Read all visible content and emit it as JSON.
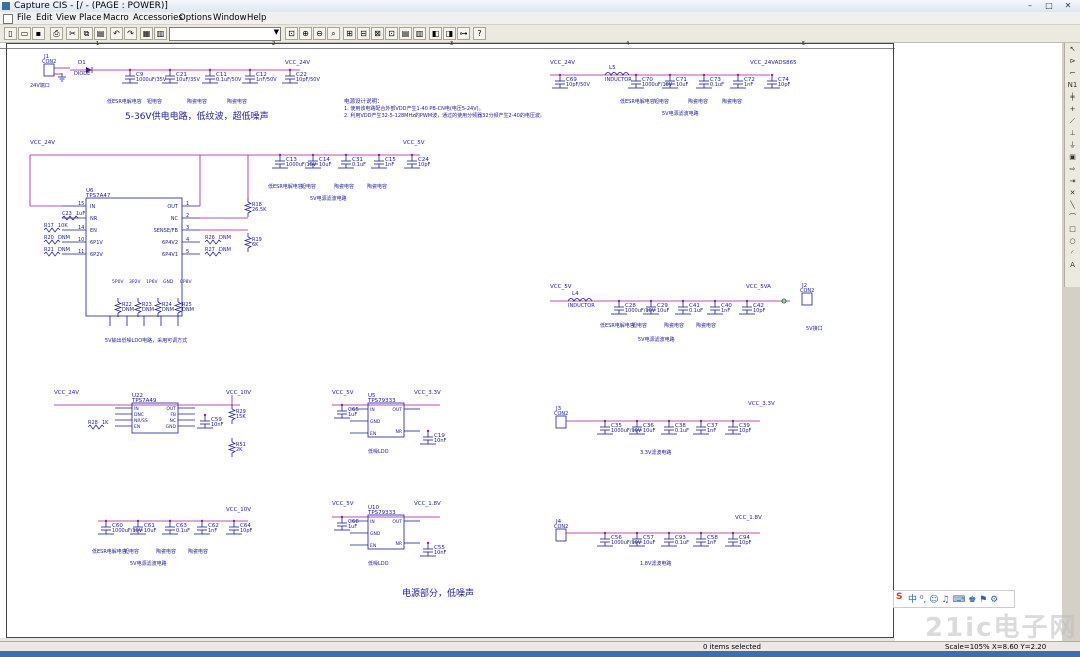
{
  "window": {
    "title": "Capture CIS - [/ - (PAGE : POWER)]",
    "minimize": "–",
    "maximize": "□",
    "close": "✕"
  },
  "menu": [
    "File",
    "Edit",
    "View",
    "Place",
    "Macro",
    "Accessories",
    "Options",
    "Window",
    "Help"
  ],
  "toolbar": {
    "combo_value": ""
  },
  "ruler": [
    "1",
    "2",
    "3",
    "4",
    "5",
    "6"
  ],
  "schematic": {
    "power_in": {
      "j1": "J1",
      "j1_type": "CON2",
      "j1_desc": "24V端口",
      "d1": "D1",
      "d1_type": "DIODE",
      "net": "VCC_24V",
      "caps": [
        {
          "ref": "C9",
          "val": "1000uF/35V"
        },
        {
          "ref": "C21",
          "val": "10uF/35V"
        },
        {
          "ref": "C11",
          "val": "0.1uF/50V"
        },
        {
          "ref": "C12",
          "val": "1nF/50V"
        },
        {
          "ref": "C22",
          "val": "10pF/50V"
        }
      ],
      "labels": [
        "低ESR电解电容",
        "钽电容",
        "陶瓷电容",
        "陶瓷电容"
      ],
      "caption": "5-36V供电电路，低纹波，超低噪声"
    },
    "notes": {
      "title": "电源设计说明：",
      "line1": "1. 使用该电路配合外部VDD产生1-40 PB-CN电(电压5-24V)。",
      "line2": "2. 利用VDD产生32-5-128MHz的PWM波，通过的使用分频器32分频产生2-40的电压波。"
    },
    "l5_filter": {
      "net_in": "VCC_24V",
      "net_out": "VCC_24VADS865",
      "l": "L5",
      "l_type": "INDUCTOR",
      "caps": [
        {
          "ref": "C69",
          "val": "10pF/50V"
        },
        {
          "ref": "C70",
          "val": "1000uF/10V"
        },
        {
          "ref": "C71",
          "val": "10uF"
        },
        {
          "ref": "C73",
          "val": "0.1uF"
        },
        {
          "ref": "C72",
          "val": "1nF"
        },
        {
          "ref": "C74",
          "val": "10pF"
        }
      ],
      "labels": [
        "低ESR电解电容",
        "钽电容",
        "陶瓷电容",
        "陶瓷电容"
      ],
      "caption": "5V电源滤波电路"
    },
    "u6": {
      "ref": "U6",
      "part": "TPS7A47",
      "net_in": "VCC_24V",
      "net_out": "VCC_5V",
      "pins_left": [
        {
          "n": "15",
          "name": "IN"
        },
        {
          "n": "",
          "name": "NR"
        },
        {
          "n": "14",
          "name": "EN"
        },
        {
          "n": "10",
          "name": "6P1V"
        },
        {
          "n": "11",
          "name": "6P2V"
        }
      ],
      "pins_right": [
        {
          "n": "1",
          "name": "OUT"
        },
        {
          "n": "2",
          "name": "NC"
        },
        {
          "n": "3",
          "name": "SENSE/FB"
        },
        {
          "n": "4",
          "name": "6P4V2"
        },
        {
          "n": "5",
          "name": "6P4V1"
        }
      ],
      "pins_bottom": [
        "5P0V",
        "3P2V",
        "1P6V",
        "GND",
        "0P8V"
      ],
      "parts": [
        {
          "ref": "C23",
          "val": "1uF"
        },
        {
          "ref": "R17",
          "val": "10K"
        },
        {
          "ref": "R20",
          "val": "DNM"
        },
        {
          "ref": "R21",
          "val": "DNM"
        },
        {
          "ref": "R26",
          "val": "DNM"
        },
        {
          "ref": "R27",
          "val": "DNM"
        },
        {
          "ref": "R18",
          "val": "26.5K"
        },
        {
          "ref": "R19",
          "val": "6K"
        },
        {
          "ref": "R22",
          "val": "DNM"
        },
        {
          "ref": "R23",
          "val": "DNM"
        },
        {
          "ref": "R24",
          "val": "DNM"
        },
        {
          "ref": "R25",
          "val": "DNM"
        }
      ],
      "caption": "5V输出低噪LDO电路，采用可调方式"
    },
    "u6_caps": {
      "caps": [
        {
          "ref": "C13",
          "val": "1000uF/10V"
        },
        {
          "ref": "C14",
          "val": "10uF"
        },
        {
          "ref": "C31",
          "val": "0.1uF"
        },
        {
          "ref": "C15",
          "val": "1nF"
        },
        {
          "ref": "C24",
          "val": "10pF"
        }
      ],
      "labels": [
        "低ESR电解电容",
        "钽电容",
        "陶瓷电容",
        "陶瓷电容"
      ],
      "caption": "5V电源滤波电路"
    },
    "l4_filter": {
      "net_in": "VCC_5V",
      "net_out": "VCC_5VA",
      "l": "L4",
      "l_type": "INDUCTOR",
      "j2": "J2",
      "j2_type": "CON2",
      "j2_desc": "5V接口",
      "caps": [
        {
          "ref": "C28",
          "val": "1000uF/10V"
        },
        {
          "ref": "C29",
          "val": "10uF"
        },
        {
          "ref": "C41",
          "val": "0.1uF"
        },
        {
          "ref": "C40",
          "val": "1nF"
        },
        {
          "ref": "C42",
          "val": "10pF"
        }
      ],
      "labels": [
        "低ESR电解电容",
        "钽电容",
        "陶瓷电容",
        "陶瓷电容"
      ],
      "caption": "5V电源滤波电路"
    },
    "u22": {
      "ref": "U22",
      "part": "TPS7A49",
      "net_in": "VCC_24V",
      "net_out": "VCC_10V",
      "pins_left": [
        "IN",
        "DNC",
        "NR/SS",
        "EN"
      ],
      "pins_right": [
        "OUT",
        "FB",
        "NC",
        "GND"
      ],
      "parts": [
        {
          "ref": "R28",
          "val": "1K"
        },
        {
          "ref": "C59",
          "val": "10nF"
        },
        {
          "ref": "R29",
          "val": "15K"
        },
        {
          "ref": "R51",
          "val": "2K"
        }
      ]
    },
    "u5": {
      "ref": "U5",
      "part": "TPS79333",
      "net_in": "VCC_5V",
      "net_out": "VCC_3.3V",
      "pins": [
        "IN",
        "GND",
        "EN",
        "OUT",
        "NR"
      ],
      "parts": [
        {
          "ref": "C65",
          "val": "1uF"
        },
        {
          "ref": "C19",
          "val": "10nF"
        }
      ],
      "caption": "低噪LDO"
    },
    "j3": {
      "ref": "J3",
      "type": "CON2",
      "net": "VCC_3.3V",
      "caps": [
        {
          "ref": "C35",
          "val": "1000uF/10V"
        },
        {
          "ref": "C36",
          "val": "10uF"
        },
        {
          "ref": "C38",
          "val": "0.1uF"
        },
        {
          "ref": "C37",
          "val": "1nF"
        },
        {
          "ref": "C39",
          "val": "10pF"
        }
      ],
      "caption": "3.3V滤波电路"
    },
    "v10_caps": {
      "net": "VCC_10V",
      "caps": [
        {
          "ref": "C60",
          "val": "1000uF/10V"
        },
        {
          "ref": "C61",
          "val": "10uF"
        },
        {
          "ref": "C63",
          "val": "0.1uF"
        },
        {
          "ref": "C62",
          "val": "1nF"
        },
        {
          "ref": "C64",
          "val": "10pF"
        }
      ],
      "labels": [
        "低ESR电解电容",
        "钽电容",
        "陶瓷电容",
        "陶瓷电容"
      ],
      "caption": "5V电源滤波电路"
    },
    "u10": {
      "ref": "U10",
      "part": "TPS79333",
      "net_in": "VCC_5V",
      "net_out": "VCC_1.8V",
      "pins": [
        "IN",
        "GND",
        "EN",
        "OUT",
        "NR"
      ],
      "parts": [
        {
          "ref": "C66",
          "val": "1uF"
        },
        {
          "ref": "C55",
          "val": "10nF"
        }
      ],
      "caption": "低噪LDO"
    },
    "j4": {
      "ref": "J4",
      "type": "CON2",
      "net": "VCC_1.8V",
      "caps": [
        {
          "ref": "C56",
          "val": "1000uF/10V"
        },
        {
          "ref": "C57",
          "val": "10uF"
        },
        {
          "ref": "C93",
          "val": "0.1uF"
        },
        {
          "ref": "C58",
          "val": "1nF"
        },
        {
          "ref": "C94",
          "val": "10pF"
        }
      ],
      "caption": "1.8V滤波电路"
    },
    "page_caption": "电源部分，低噪声"
  },
  "status": {
    "items": "0 items selected",
    "scale": "Scale=105%",
    "coords": "X=8.60  Y=2.20"
  },
  "watermark": "21ic电子网",
  "ime": {
    "logo": "S",
    "text": "中 ⁰, ☺ ♫ ⌨ ♚ ⚑ ⚙"
  },
  "colors": {
    "wire": "#a0189a",
    "part": "#1a1aa8",
    "net": "#1a1aa8",
    "caption": "#1a1aa8",
    "note": "#1a1aa8"
  }
}
